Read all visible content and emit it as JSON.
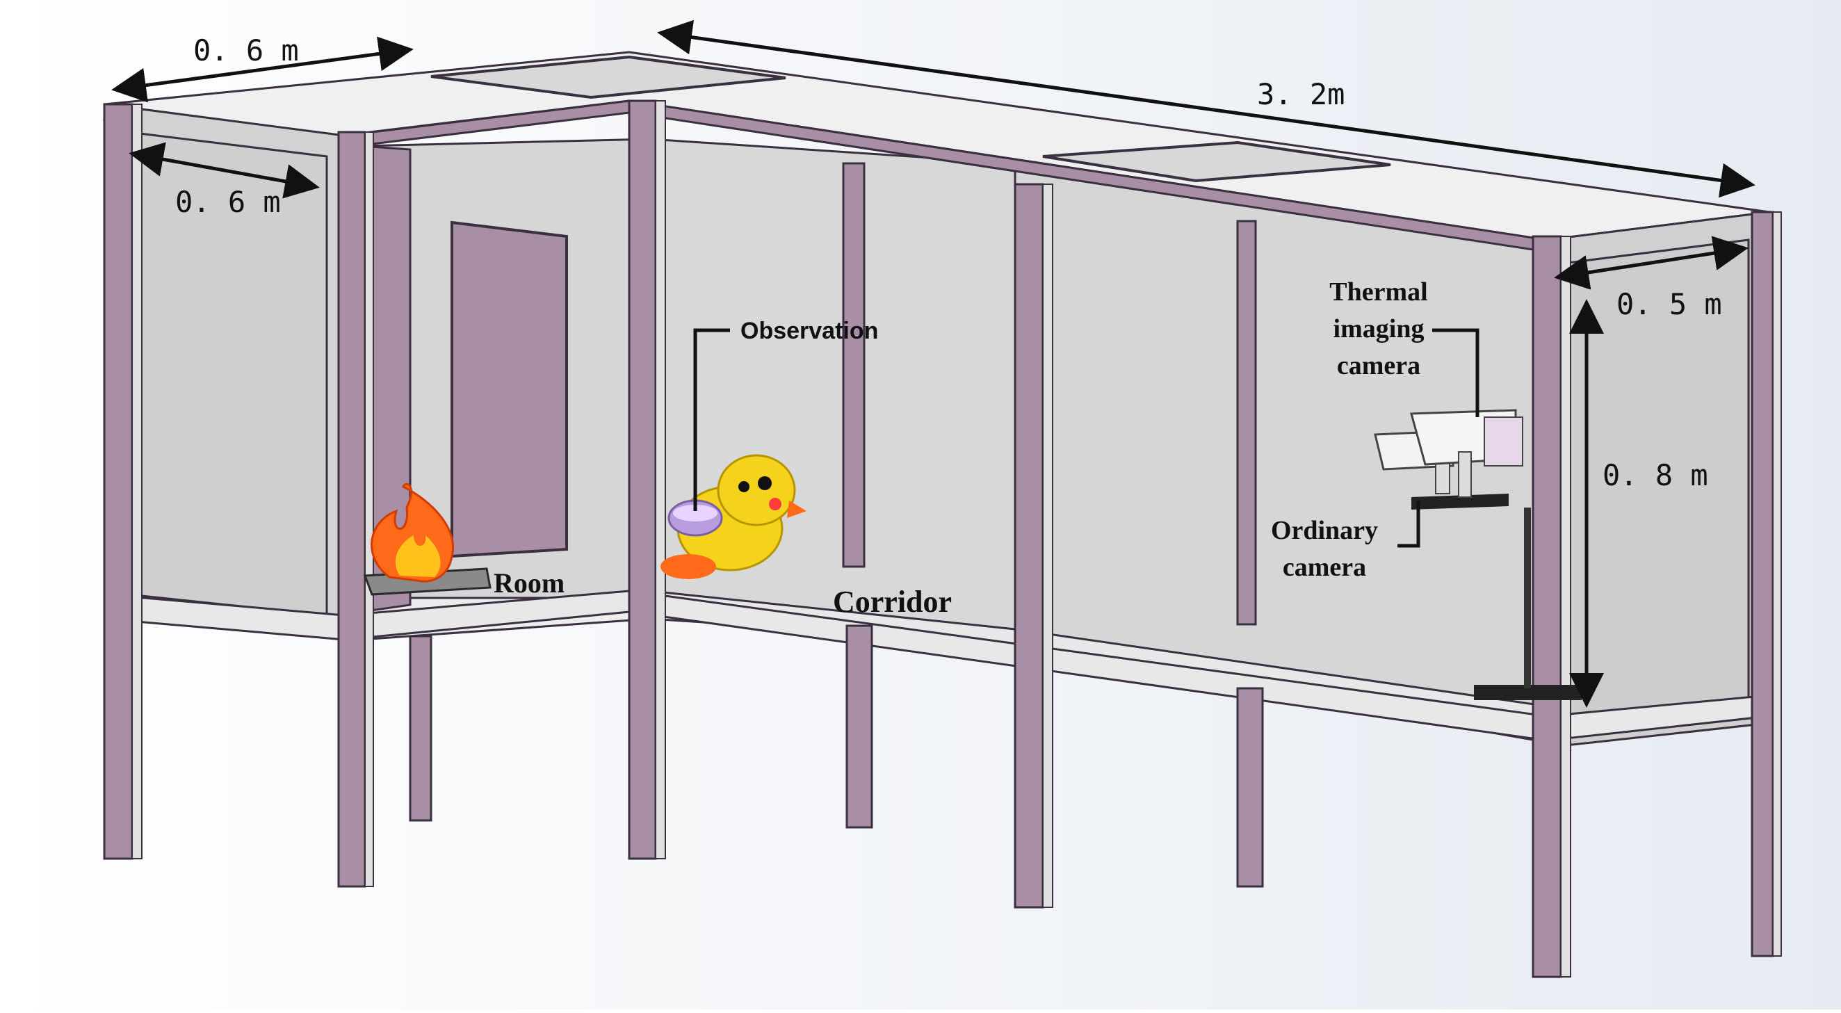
{
  "dimensions": {
    "top_left_width": "0. 6  m",
    "left_depth": "0. 6  m",
    "total_length": "3. 2m",
    "right_depth": "0. 5  m",
    "height": "0. 8  m"
  },
  "labels": {
    "room": "Room",
    "corridor": "Corridor",
    "observation": "Observation",
    "thermal_line1": "Thermal",
    "thermal_line2": "imaging",
    "thermal_line3": "camera",
    "ordinary_line1": "Ordinary",
    "ordinary_line2": "camera"
  },
  "colors": {
    "frame_purple": "#a88fa6",
    "frame_stroke": "#3a3040",
    "panel_grey": "#d9d9d9",
    "floor_light": "#ececec",
    "flame_orange": "#ff6a1a",
    "robot_yellow": "#f5d21c"
  }
}
